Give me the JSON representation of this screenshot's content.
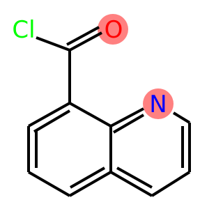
{
  "molecule": {
    "atoms": {
      "chlorine": {
        "symbol": "Cl",
        "color": "#00ff00"
      },
      "oxygen": {
        "symbol": "O",
        "color": "#ff0000",
        "highlight": "#ff8080"
      },
      "nitrogen": {
        "symbol": "N",
        "color": "#0000ff",
        "highlight": "#ff8080"
      }
    },
    "colors": {
      "bond": "#000000",
      "background": "#ffffff"
    }
  }
}
